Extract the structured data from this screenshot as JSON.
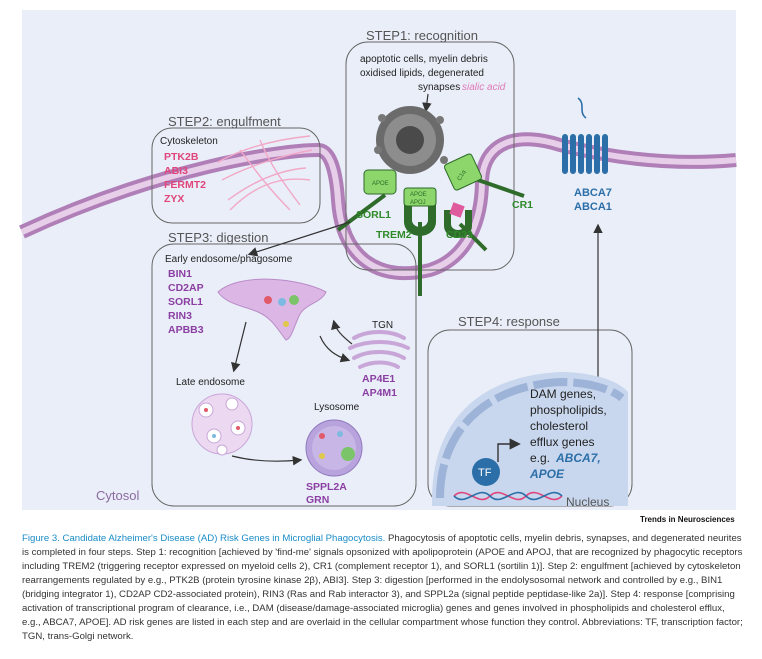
{
  "steps": {
    "s1": "STEP1: recognition",
    "s2": "STEP2: engulfment",
    "s3": "STEP3: digestion",
    "s4": "STEP4: response"
  },
  "recognition": {
    "line1": "apoptotic cells, myelin debris",
    "line2": "oxidised lipids, degenerated",
    "line3": "synapses",
    "sialic": "sialic acid",
    "apoe_small": "APOE",
    "c1q": "C1q",
    "apoe": "APOE",
    "apoj": "APOJ",
    "genes": {
      "sorl1": "SORL1",
      "trem2": "TREM2",
      "cd33": "CD33",
      "cr1": "CR1"
    }
  },
  "engulfment": {
    "cytoskeleton": "Cytoskeleton",
    "genes": [
      "PTK2B",
      "ABI3",
      "FERMT2",
      "ZYX"
    ]
  },
  "digestion": {
    "early": "Early endosome/phagosome",
    "early_genes": [
      "BIN1",
      "CD2AP",
      "SORL1",
      "RIN3",
      "APBB3"
    ],
    "tgn": "TGN",
    "tgn_genes": [
      "AP4E1",
      "AP4M1"
    ],
    "late": "Late endosome",
    "lysosome": "Lysosome",
    "lyso_genes": [
      "SPPL2A",
      "GRN"
    ]
  },
  "membrane_genes": [
    "ABCA7",
    "ABCA1"
  ],
  "response": {
    "dam": [
      "DAM genes,",
      "phospholipids,",
      "cholesterol",
      "efflux genes"
    ],
    "eg": "e.g.",
    "abca7": "ABCA7,",
    "apoe": "APOE",
    "tf": "TF",
    "nucleus": "Nucleus"
  },
  "cytosol": "Cytosol",
  "trends": "Trends in Neurosciences",
  "caption": {
    "title": "Figure 3. Candidate Alzheimer's Disease (AD) Risk Genes in Microglial Phagocytosis.",
    "body": "Phagocytosis of apoptotic cells, myelin debris, synapses, and degenerated neurites is completed in four steps. Step 1: recognition [achieved by 'find-me' signals opsonized with apolipoprotein (APOE and APOJ, that are recognized by phagocytic receptors including TREM2 (triggering receptor expressed on myeloid cells 2), CR1 (complement receptor 1), and SORL1 (sortilin 1)]. Step 2: engulfment [achieved by cytoskeleton rearrangements regulated by e.g., PTK2B (protein tyrosine kinase 2β), ABI3]. Step 3: digestion [performed in the endolysosomal network and controlled by e.g., BIN1 (bridging integrator 1), CD2AP CD2-associated protein), RIN3 (Ras and Rab interactor 3), and SPPL2a (signal peptide peptidase-like 2a)]. Step 4: response [comprising activation of transcriptional program of clearance, i.e., DAM (disease/damage-associated microglia) genes and genes involved in phospholipids and cholesterol efflux, e.g., ABCA7, APOE]. AD risk genes are listed in each step and are overlaid in the cellular compartment whose function they control. Abbreviations: TF, transcription factor; TGN, trans-Golgi network."
  }
}
